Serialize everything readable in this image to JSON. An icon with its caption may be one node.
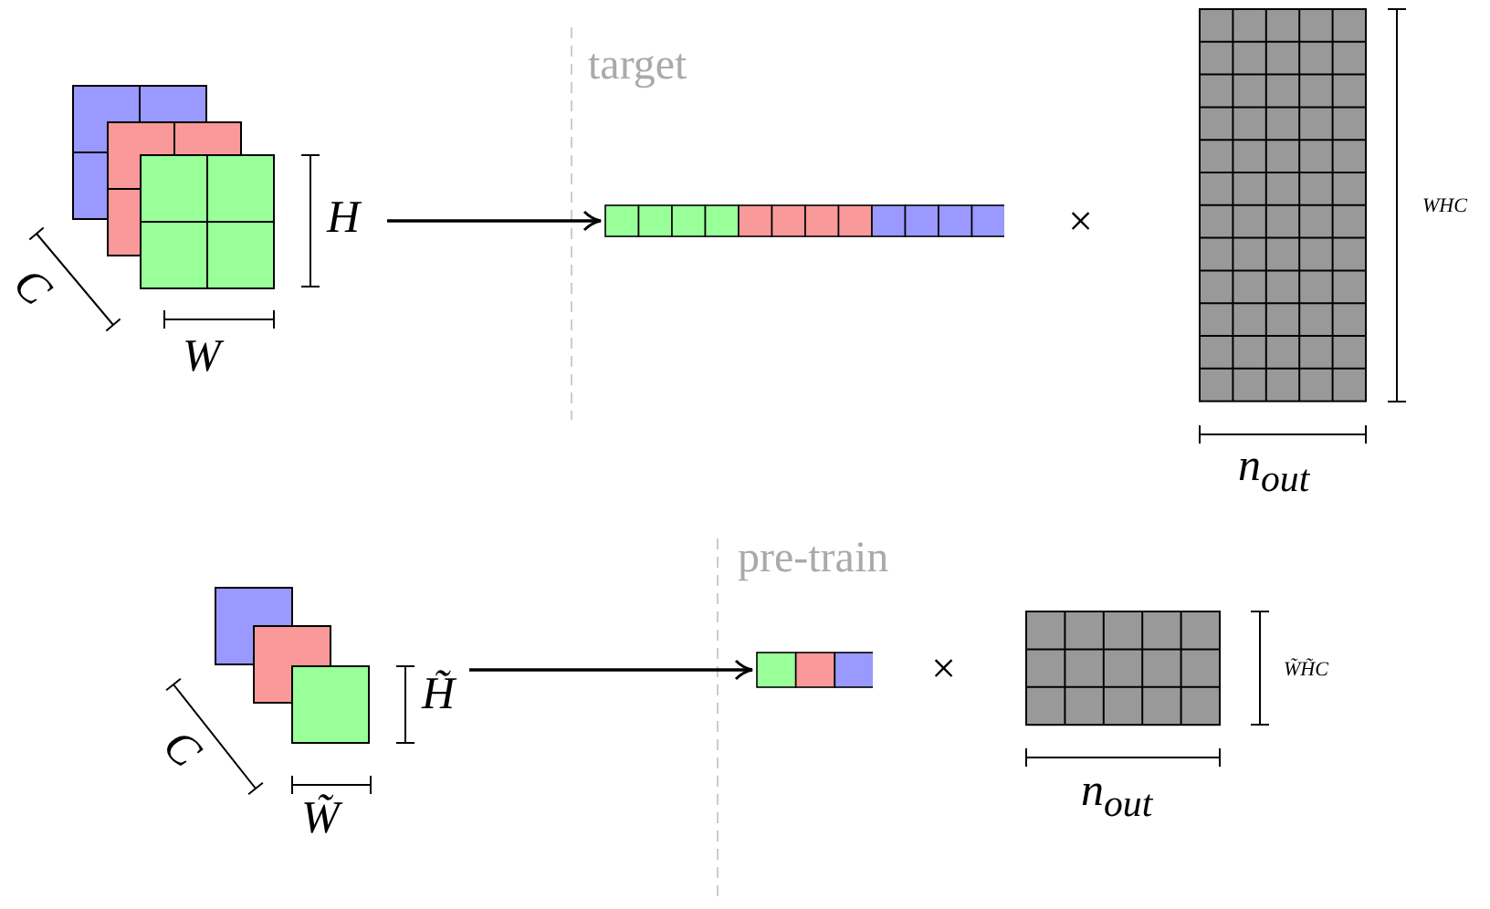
{
  "diagram": {
    "nodes": [
      {
        "text": [],
        "shape": "picture",
        "beside": [
          "H",
          "W",
          "C"
        ]
      },
      {
        "text": [],
        "shape": "picture"
      },
      {
        "text": [],
        "shape": "picture",
        "beside": [
          "H̃",
          "W̃",
          "C"
        ]
      },
      {
        "text": [],
        "shape": "picture"
      }
    ],
    "edges": [
      {
        "from": 0,
        "to": 1,
        "arrow": "to"
      },
      {
        "from": 2,
        "to": 3,
        "arrow": "to"
      }
    ],
    "labels": [
      "target",
      "×",
      "WHC",
      "n$_{out}$",
      "pre-train",
      "×",
      "W̃H̃C",
      "n$_{out}$"
    ]
  }
}
